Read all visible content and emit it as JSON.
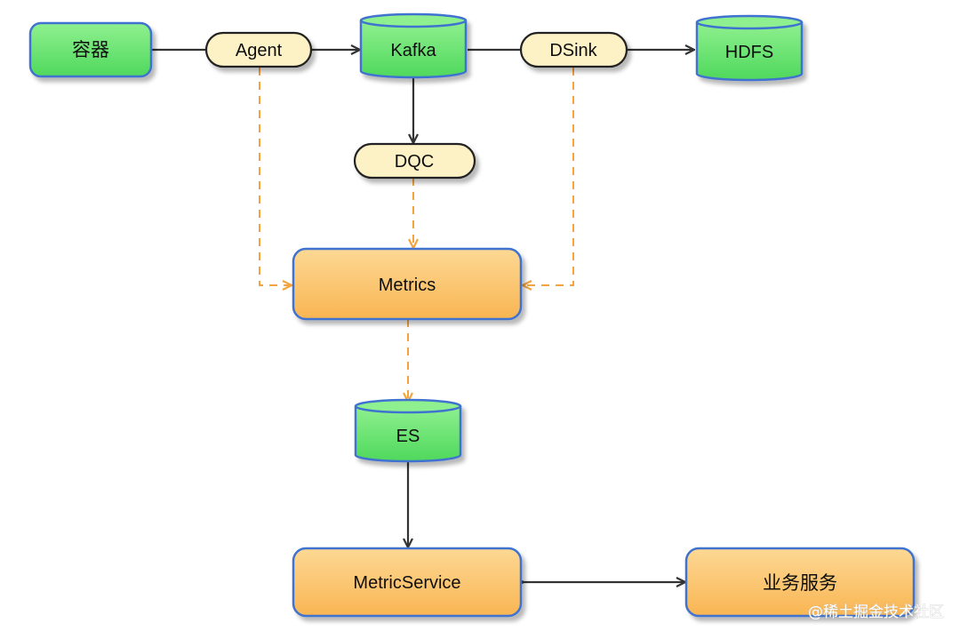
{
  "colors": {
    "green_fill": "#5fe36a",
    "orange_fill": "#fbc46a",
    "pill_fill": "#fdf1c6",
    "border_blue": "#3f73d0",
    "solid_arrow": "#333333",
    "dashed_arrow": "#f5a33a"
  },
  "nodes": {
    "container": "容器",
    "agent": "Agent",
    "kafka": "Kafka",
    "dsink": "DSink",
    "hdfs": "HDFS",
    "dqc": "DQC",
    "metrics": "Metrics",
    "es": "ES",
    "metric_service": "MetricService",
    "business_service": "业务服务"
  },
  "watermark": "@稀土掘金技术社区"
}
